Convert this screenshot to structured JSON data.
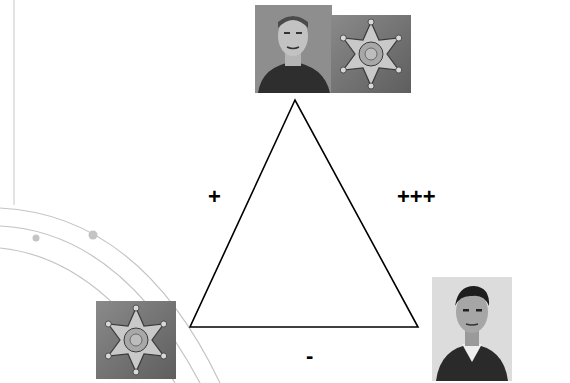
{
  "diagram": {
    "labels": [
      "+",
      "+++",
      "-"
    ]
  }
}
